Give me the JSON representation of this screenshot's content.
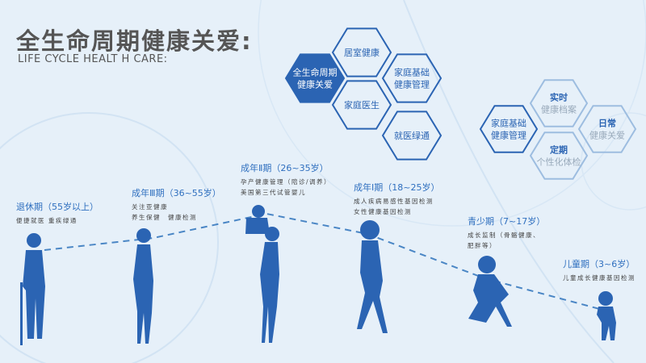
{
  "header": {
    "title": "全生命周期健康关爱:",
    "subtitle": "LIFE CYCLE HEALT H CARE:"
  },
  "hex_left": [
    {
      "label": [
        "全生命周期",
        "健康关爱"
      ],
      "filled": true
    },
    {
      "label": [
        "居室健康"
      ]
    },
    {
      "label": [
        "家庭基础",
        "健康管理"
      ]
    },
    {
      "label": [
        "家庭医生"
      ]
    },
    {
      "label": [
        "就医绿通"
      ]
    }
  ],
  "hex_right": [
    {
      "label": [
        "家庭基础",
        "健康管理"
      ]
    },
    {
      "label": [
        "实时",
        "健康档案"
      ]
    },
    {
      "label": [
        "日常",
        "健康关爱"
      ]
    },
    {
      "label": [
        "定期",
        "个性化体检"
      ]
    }
  ],
  "stages": [
    {
      "title": "退休期（55岁以上）",
      "desc": [
        "便捷就医 重疾绿通"
      ]
    },
    {
      "title": "成年Ⅲ期（36~55岁）",
      "desc": [
        "关注亚健康",
        "养生保健　健康检测"
      ]
    },
    {
      "title": "成年Ⅱ期（26~35岁）",
      "desc": [
        "孕产健康管理（陪诊/调养）",
        "美国第三代试管婴儿"
      ]
    },
    {
      "title": "成年Ⅰ期（18~25岁）",
      "desc": [
        "成人疾病易感性基因检测",
        "女性健康基因检测"
      ]
    },
    {
      "title": "青少期（7~17岁）",
      "desc": [
        "成长监制（骨骼健康、",
        "肥胖等）"
      ]
    },
    {
      "title": "儿童期（3~6岁）",
      "desc": [
        "儿童成长健康基因检测"
      ]
    }
  ],
  "colors": {
    "accent": "#2b64b3",
    "text": "#555555",
    "bg": "#e6f0f9"
  }
}
